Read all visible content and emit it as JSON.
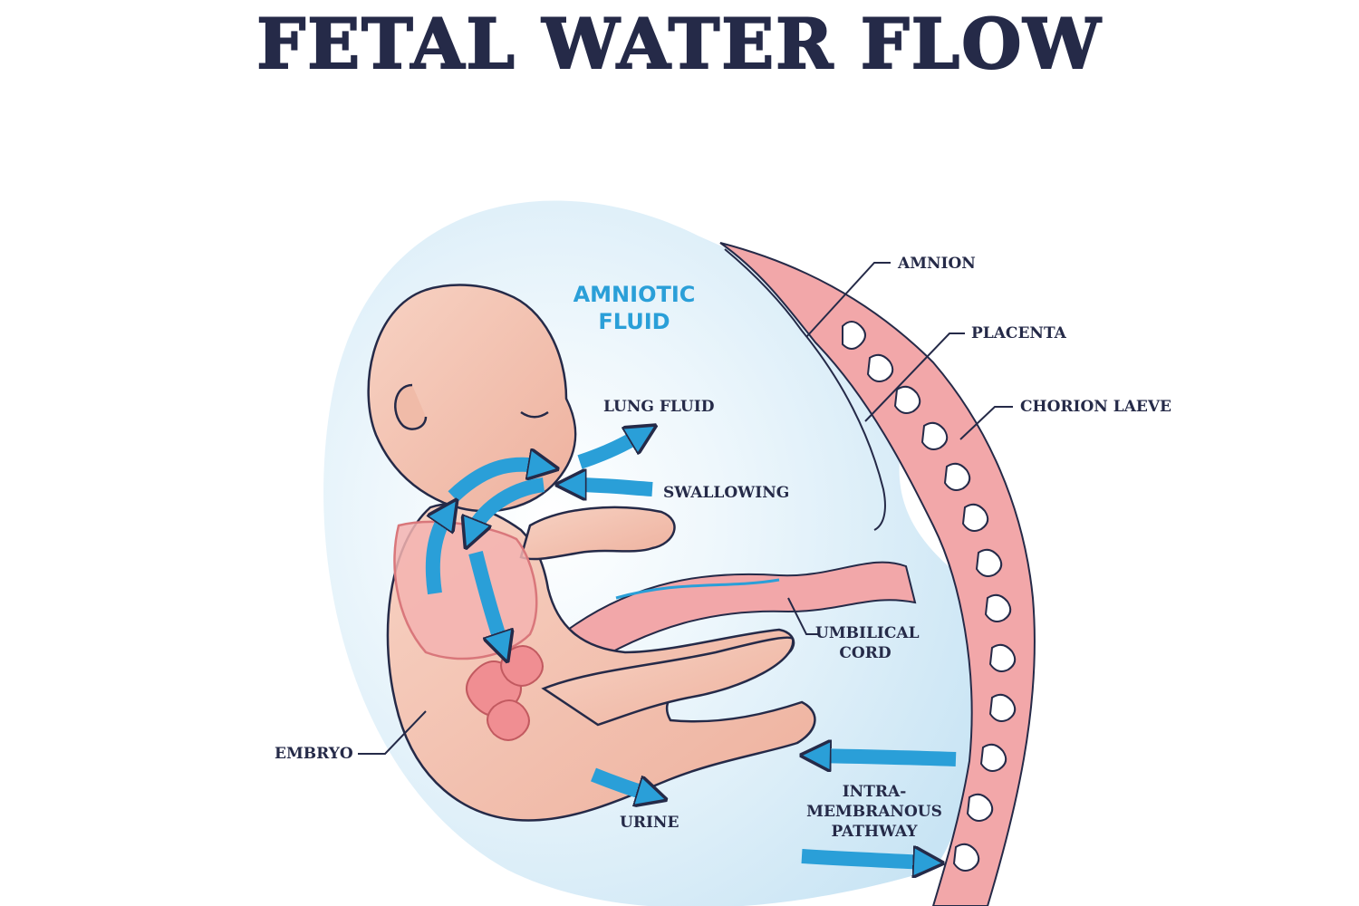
{
  "title": "FETAL WATER FLOW",
  "labels": {
    "amniotic_fluid_1": "AMNIOTIC",
    "amniotic_fluid_2": "FLUID",
    "lung_fluid": "LUNG FLUID",
    "swallowing": "SWALLOWING",
    "amnion": "AMNION",
    "placenta": "PLACENTA",
    "chorion_laeve": "CHORION LAEVE",
    "umbilical_cord_1": "UMBILICAL",
    "umbilical_cord_2": "CORD",
    "embryo": "EMBRYO",
    "urine": "URINE",
    "intramembranous_1": "INTRA-",
    "intramembranous_2": "MEMBRANOUS",
    "intramembranous_3": "PATHWAY"
  },
  "colors": {
    "ink": "#252a48",
    "arrow_blue": "#2a9fd8",
    "fluid_blue": "#d6ecf8",
    "placenta_pink": "#f2a7a9",
    "skin": "#f4c2b0",
    "organ": "#f08e92"
  }
}
